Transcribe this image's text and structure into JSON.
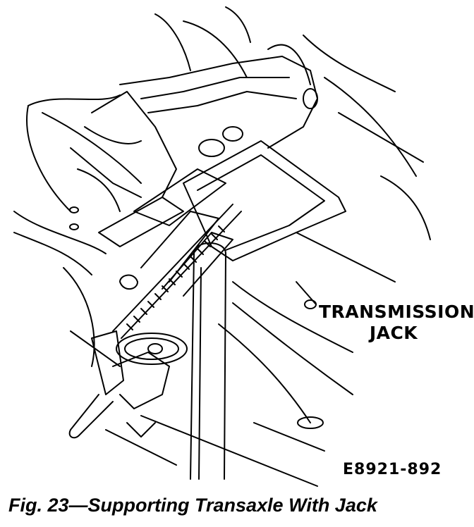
{
  "callout": {
    "line1": "TRANSMISSION",
    "line2": "JACK"
  },
  "figure_id": "E8921-892",
  "caption": "Fig. 23—Supporting Transaxle With Jack",
  "colors": {
    "ink": "#000000",
    "paper": "#ffffff"
  }
}
